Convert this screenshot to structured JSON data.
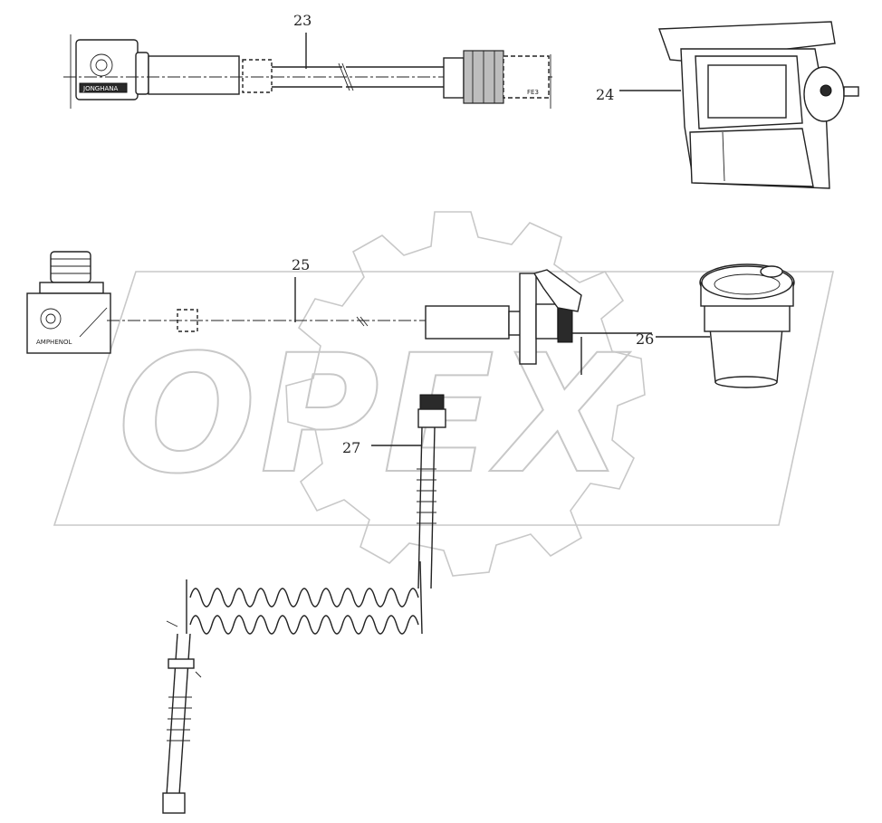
{
  "watermark": {
    "text": "OPEX"
  },
  "parts": [
    {
      "id": "part-23",
      "label": "23",
      "description_hidden": true
    },
    {
      "id": "part-24",
      "label": "24"
    },
    {
      "id": "part-25",
      "label": "25"
    },
    {
      "id": "part-26",
      "label": "26"
    },
    {
      "id": "part-27",
      "label": "27"
    }
  ],
  "connector_marks": {
    "plug_23": "JONGHANA",
    "plug_25": "AMPHENOL",
    "nut_23": "FE3"
  }
}
